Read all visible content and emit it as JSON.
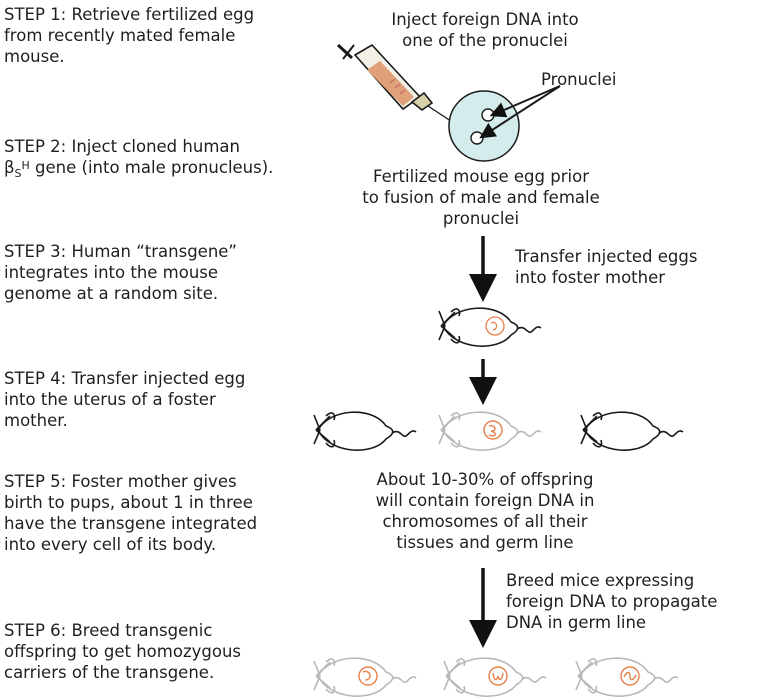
{
  "steps": {
    "s1": "STEP 1: Retrieve fertilized egg\nfrom recently mated female\nmouse.",
    "s2_line1": "STEP 2: Inject cloned human",
    "s2_beta": "β",
    "s2_sub": "S",
    "s2_sup": "H",
    "s2_rest": " gene (into male pronucleus).",
    "s3": "STEP 3: Human “transgene”\nintegrates into the mouse\ngenome at a random site.",
    "s4": "STEP 4: Transfer injected egg\ninto the uterus of a foster\nmother.",
    "s5": "STEP 5: Foster mother gives\nbirth to pups, about 1 in three\nhave the transgene integrated\ninto every cell of its body.",
    "s6": "STEP 6: Breed transgenic\noffspring to get homozygous\ncarriers of the transgene."
  },
  "annotations": {
    "inject": "Inject foreign DNA into\none of the pronuclei",
    "pronuclei": "Pronuclei",
    "fertilized_egg": "Fertilized mouse egg prior\nto fusion of male and female\npronuclei",
    "transfer": "Transfer injected eggs\ninto foster mother",
    "offspring": "About 10-30% of offspring\nwill contain foreign DNA in\nchromosomes of all their\ntissues and germ line",
    "breed": "Breed mice expressing\nforeign DNA to propagate\nDNA in germ line"
  },
  "colors": {
    "text": "#1f1f1f",
    "egg_fill": "#d4ecec",
    "syringe_body": "#f2efe4",
    "syringe_liquid": "#e0a07a",
    "transgene": "#e8804a",
    "faded": "#b8b8b8",
    "outline": "#1a1a1a",
    "arrow": "#111111"
  },
  "icons": [
    "syringe-icon",
    "egg-cell-icon",
    "mouse-icon",
    "down-arrow-icon"
  ]
}
